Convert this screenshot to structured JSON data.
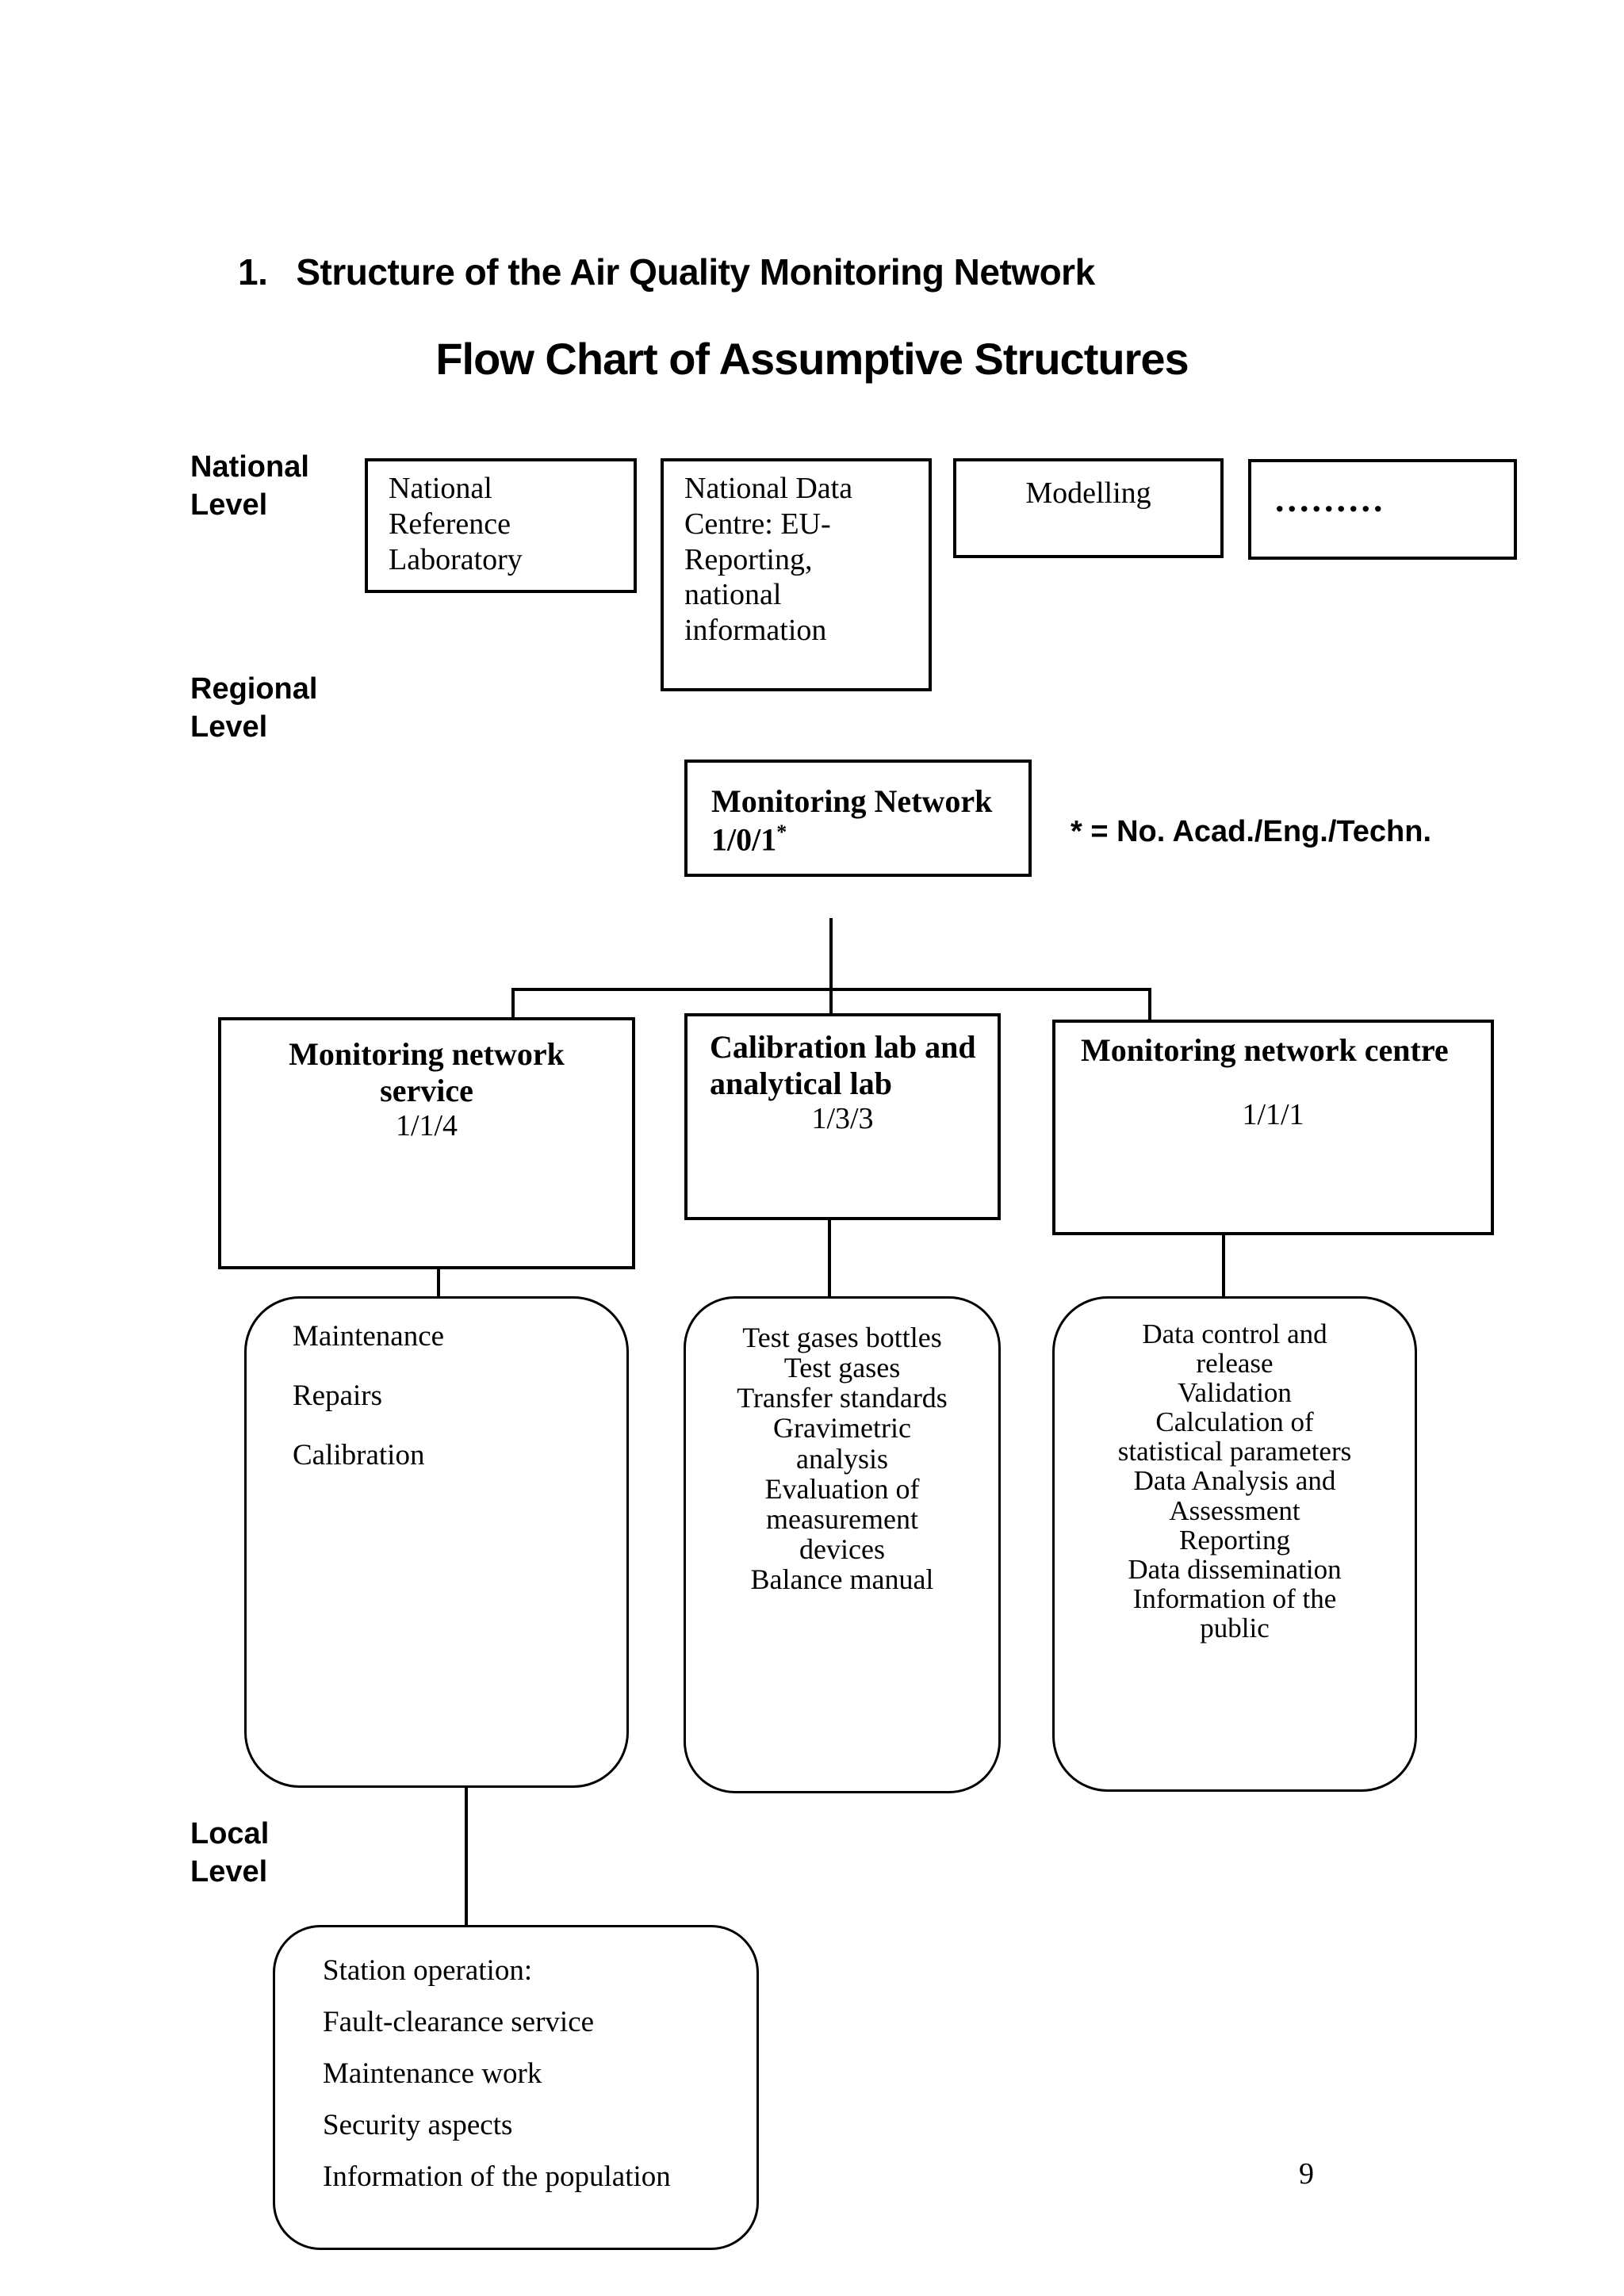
{
  "ink_color": "#000000",
  "paper_color": "#ffffff",
  "header": {
    "section_number": "1.",
    "section_title": "Structure of the Air Quality Monitoring Network",
    "chart_title": "Flow Chart of Assumptive Structures",
    "staff_key_note": "* = No. Acad./Eng./Techn.",
    "page_number": "9"
  },
  "levels": {
    "national": "National\nLevel",
    "regional": "Regional\nLevel",
    "local": "Local\nLevel"
  },
  "national_row": {
    "reference_lab": "National\nReference\nLaboratory",
    "data_centre": "National Data\nCentre: EU-\nReporting,\nnational\ninformation",
    "modelling": "Modelling",
    "placeholder": "........."
  },
  "regional": {
    "network": {
      "title": "Monitoring Network",
      "staff": "1/0/1",
      "star": "*"
    },
    "service": {
      "title": "Monitoring network\nservice",
      "staff": "1/1/4"
    },
    "calibration": {
      "title": "Calibration lab and\nanalytical lab",
      "staff": "1/3/3"
    },
    "centre": {
      "title": "Monitoring network centre",
      "staff": "1/1/1"
    },
    "service_tasks": [
      "Maintenance",
      "Repairs",
      "Calibration"
    ],
    "calibration_tasks": [
      "Test gases bottles",
      "Test gases",
      "Transfer standards",
      "Gravimetric",
      "analysis",
      "Evaluation of",
      "measurement",
      "devices",
      "Balance manual"
    ],
    "centre_tasks": [
      "Data control and",
      "release",
      "Validation",
      "Calculation of",
      "statistical parameters",
      "Data Analysis and",
      "Assessment",
      "Reporting",
      "Data dissemination",
      "Information of the",
      "public"
    ]
  },
  "local": {
    "station_tasks": [
      "Station operation:",
      "Fault-clearance service",
      "Maintenance work",
      "Security aspects",
      "Information of the population"
    ]
  }
}
